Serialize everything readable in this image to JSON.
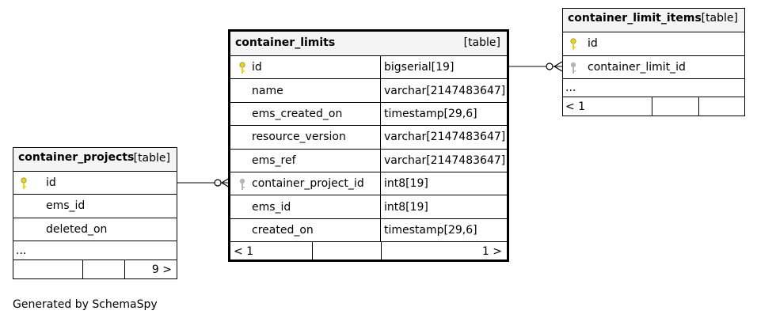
{
  "diagram": {
    "tables": {
      "container_limits": {
        "name": "container_limits",
        "tag": "[table]",
        "columns": [
          {
            "name": "id",
            "type": "bigserial[19]",
            "key": "primary"
          },
          {
            "name": "name",
            "type": "varchar[2147483647]",
            "key": ""
          },
          {
            "name": "ems_created_on",
            "type": "timestamp[29,6]",
            "key": ""
          },
          {
            "name": "resource_version",
            "type": "varchar[2147483647]",
            "key": ""
          },
          {
            "name": "ems_ref",
            "type": "varchar[2147483647]",
            "key": ""
          },
          {
            "name": "container_project_id",
            "type": "int8[19]",
            "key": "foreign"
          },
          {
            "name": "ems_id",
            "type": "int8[19]",
            "key": ""
          },
          {
            "name": "created_on",
            "type": "timestamp[29,6]",
            "key": ""
          }
        ],
        "footer": {
          "parents": "< 1",
          "children": "1 >"
        }
      },
      "container_limit_items": {
        "name": "container_limit_items",
        "tag": "[table]",
        "columns": [
          {
            "name": "id",
            "key": "primary"
          },
          {
            "name": "container_limit_id",
            "key": "foreign"
          }
        ],
        "ellipsis": "...",
        "footer": {
          "parents": "< 1",
          "children": ""
        }
      },
      "container_projects": {
        "name": "container_projects",
        "tag": "[table]",
        "columns": [
          {
            "name": "id",
            "key": "primary"
          },
          {
            "name": "ems_id",
            "key": ""
          },
          {
            "name": "deleted_on",
            "key": ""
          }
        ],
        "ellipsis": "...",
        "footer": {
          "parents": "",
          "children": "9 >"
        }
      }
    },
    "relationships": [
      {
        "from": "container_limit_items.container_limit_id",
        "to": "container_limits.id"
      },
      {
        "from": "container_limits.container_project_id",
        "to": "container_projects.id"
      }
    ],
    "colors": {
      "primary_key": "#e8d31a",
      "foreign_key": "#b5b5b5",
      "header_bg": "#f4f4f4"
    }
  },
  "footer_text": "Generated by SchemaSpy"
}
